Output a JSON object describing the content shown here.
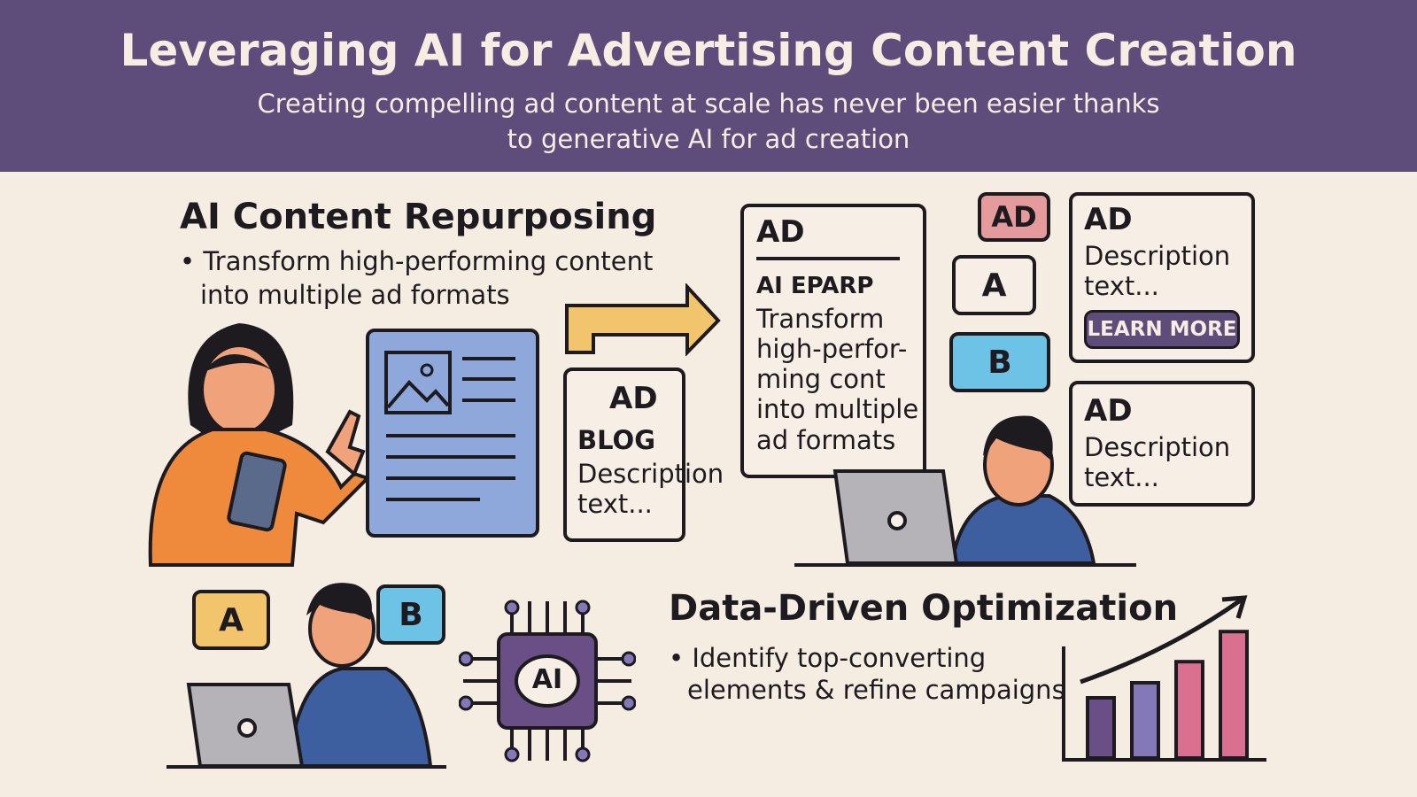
{
  "header": {
    "title": "Leveraging AI for Advertising Content Creation",
    "subtitle_line1": "Creating compelling ad content at scale has never been easier thanks",
    "subtitle_line2": "to generative AI for ad creation"
  },
  "section1": {
    "heading": "AI Content Repurposing",
    "bullet_line1": "• Transform high-performing content",
    "bullet_line2": "into multiple ad formats"
  },
  "blog_card": {
    "ad": "AD",
    "type": "BLOG",
    "desc1": "Description",
    "desc2": "text..."
  },
  "main_card": {
    "ad": "AD",
    "subtitle": "AI EPARP",
    "lines": [
      "Transform",
      "high-perfor-",
      "ming cont",
      "into multiple",
      "ad formats"
    ]
  },
  "badges": {
    "ad": "AD",
    "a": "A",
    "b": "B"
  },
  "card_right1": {
    "ad": "AD",
    "desc1": "Description",
    "desc2": "text...",
    "button": "LEARN MORE"
  },
  "card_right2": {
    "ad": "AD",
    "desc1": "Description",
    "desc2": "text..."
  },
  "bottom": {
    "a": "A",
    "b": "B",
    "chip": "AI"
  },
  "section2": {
    "heading": "Data-Driven Optimization",
    "bullet_line1": "• Identify top-converting",
    "bullet_line2": "elements & refine campaigns"
  },
  "chart_data": {
    "type": "bar",
    "values": [
      2,
      2.5,
      3.2,
      4.2
    ],
    "colors": [
      "#6a4f86",
      "#8478b8",
      "#d9708f",
      "#d9708f"
    ]
  },
  "colors": {
    "header": "#5e4d7a",
    "background": "#f5ece2",
    "yellow": "#f2c46b",
    "blue": "#8fa8dc",
    "pink": "#e59a9c",
    "cyan": "#6cc3e6",
    "orange": "#ef8a3c"
  }
}
